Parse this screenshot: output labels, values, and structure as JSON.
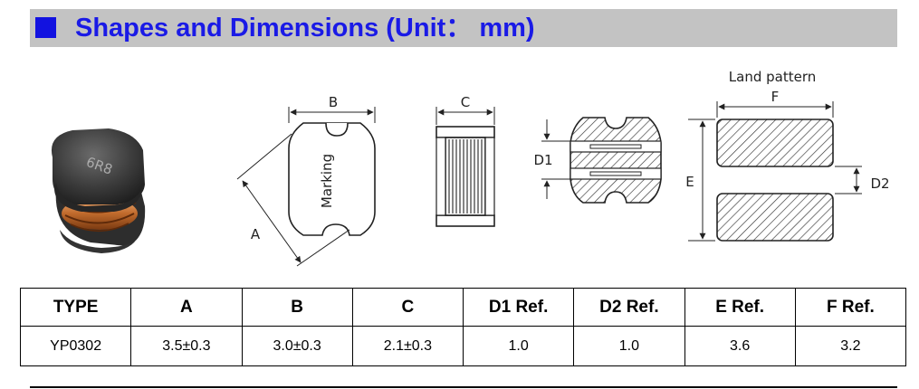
{
  "header": {
    "title": "Shapes and Dimensions (Unit： mm)"
  },
  "diagram": {
    "inductor_marking": "6R8",
    "labels": {
      "a": "A",
      "b": "B",
      "c": "C",
      "d1": "D1",
      "e": "E",
      "d2": "D2",
      "f": "F",
      "marking": "Marking",
      "land_pattern": "Land pattern"
    }
  },
  "table": {
    "headers": [
      "TYPE",
      "A",
      "B",
      "C",
      "D1 Ref.",
      "D2 Ref.",
      "E Ref.",
      "F Ref."
    ],
    "rows": [
      [
        "YP0302",
        "3.5±0.3",
        "3.0±0.3",
        "2.1±0.3",
        "1.0",
        "1.0",
        "3.6",
        "3.2"
      ]
    ]
  },
  "colors": {
    "header_bar": "#c3c3c3",
    "header_text": "#1a1ae6",
    "header_square": "#1212e0"
  }
}
